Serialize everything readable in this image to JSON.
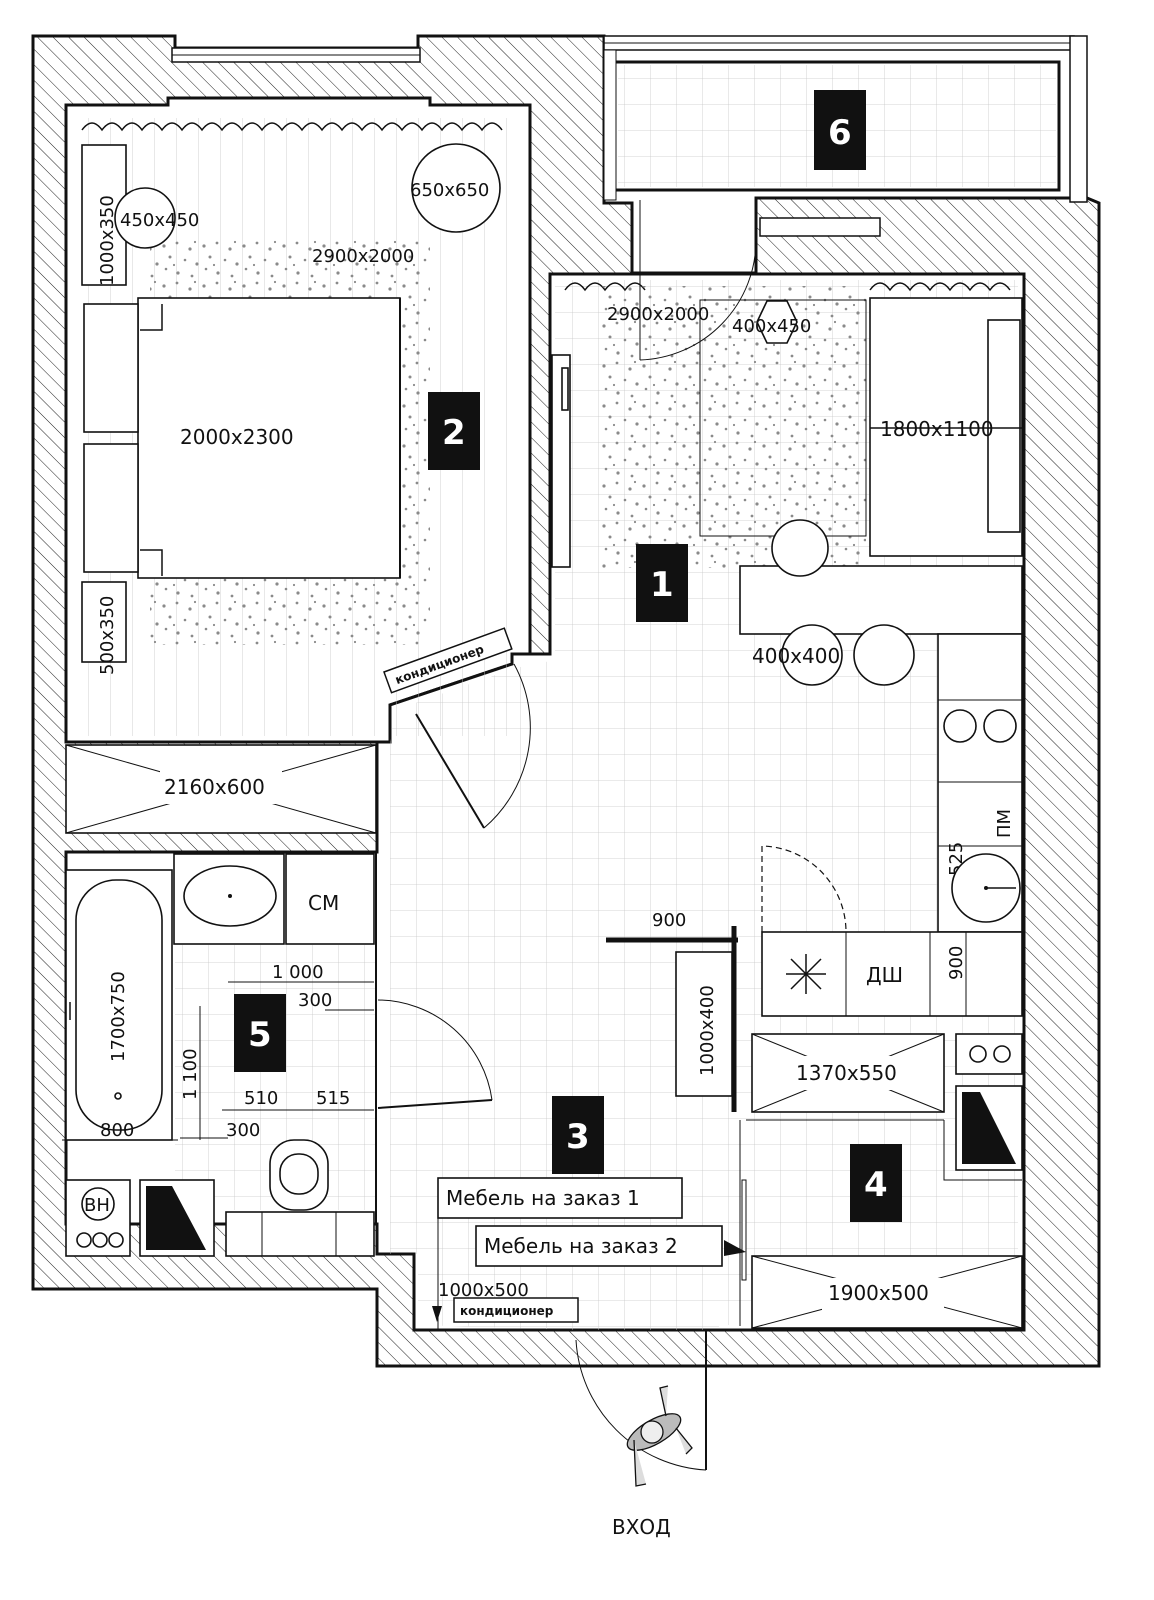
{
  "rooms": [
    {
      "id": "1",
      "label": "1"
    },
    {
      "id": "2",
      "label": "2"
    },
    {
      "id": "3",
      "label": "3"
    },
    {
      "id": "4",
      "label": "4"
    },
    {
      "id": "5",
      "label": "5"
    },
    {
      "id": "6",
      "label": "6"
    }
  ],
  "bedroom": {
    "nightstand_top": "1000x350",
    "lamp": "450x450",
    "round_table": "650x650",
    "rug": "2900x2000",
    "bed": "2000x2300",
    "nightstand_bottom": "500x350",
    "wardrobe": "2160x600",
    "ac": "кондиционер"
  },
  "living": {
    "rug": "2900x2000",
    "pouf": "400x450",
    "sofa": "1800x1100",
    "stools": "400x400",
    "pm": "ПМ",
    "dim_525": "525",
    "dim_900_side": "900",
    "dim_900_top": "900",
    "dw": "ДШ"
  },
  "bathroom": {
    "wm": "СМ",
    "bath": "1700x750",
    "dim_800": "800",
    "dim_1000": "1 000",
    "dim_300a": "300",
    "dim_1100": "1 100",
    "dim_510": "510",
    "dim_515": "515",
    "dim_300b": "300",
    "boiler": "ВН"
  },
  "hall": {
    "cabinet": "1000x400",
    "furniture1": "Мебель на заказ 1",
    "furniture2": "Мебель на заказ 2",
    "shoe": "1000x500",
    "ac": "кондиционер",
    "entrance": "ВХОД"
  },
  "storage": {
    "shelf": "1370x550",
    "wardrobe": "1900x500"
  }
}
